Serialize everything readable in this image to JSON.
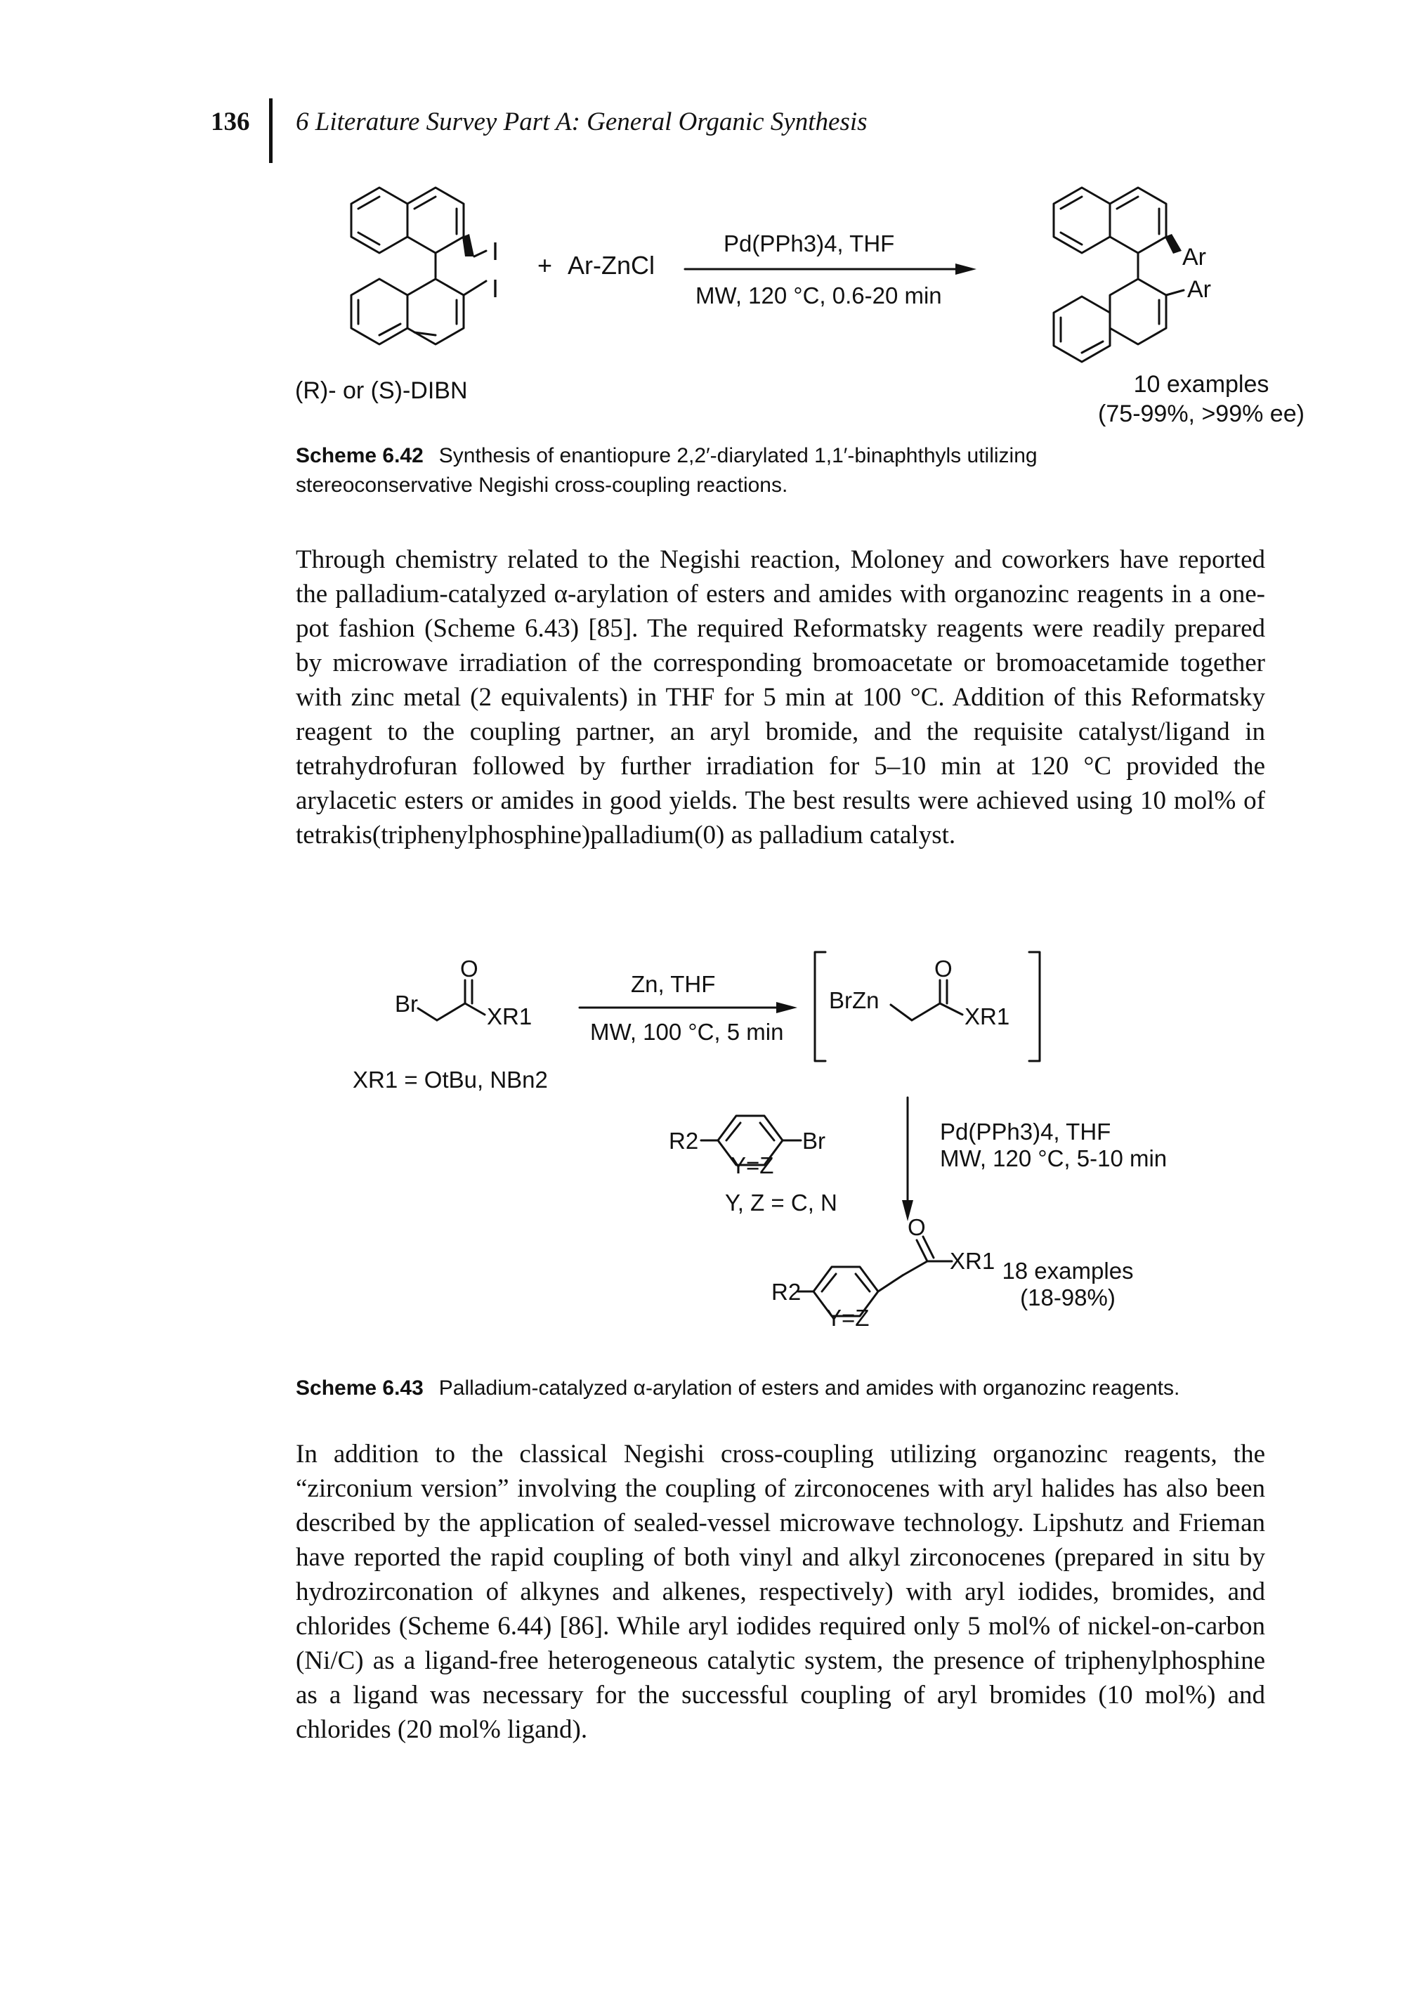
{
  "header": {
    "page_number": "136",
    "running_title": "6 Literature Survey Part A: General Organic Synthesis"
  },
  "scheme_642": {
    "reagent_plus": "+",
    "reagent": "Ar-ZnCl",
    "conditions_above": "Pd(PPh3)4, THF",
    "conditions_below": "MW, 120 °C, 0.6-20 min",
    "sm_label": "(R)- or (S)-DIBN",
    "sm_substituent": "I",
    "product_substituent": "Ar",
    "result_examples": "10 examples",
    "result_yields": "(75-99%, >99% ee)",
    "caption_label": "Scheme 6.42",
    "caption_text": "Synthesis of enantiopure 2,2′-diarylated 1,1′-binaphthyls utilizing stereoconservative Negishi cross-coupling reactions."
  },
  "paragraph_1": "Through chemistry related to the Negishi reaction, Moloney and coworkers have reported the palladium-catalyzed α-arylation of esters and amides with organozinc reagents in a one-pot fashion (Scheme 6.43) [85]. The required Reformatsky reagents were readily prepared by microwave irradiation of the corresponding bromoacetate or bromoacetamide together with zinc metal (2 equivalents) in THF for 5 min at 100 °C. Addition of this Reformatsky reagent to the coupling partner, an aryl bromide, and the requisite catalyst/ligand in tetrahydrofuran followed by further irradiation for 5–10 min at 120 °C provided the arylacetic esters or amides in good yields. The best results were achieved using 10 mol% of tetrakis(triphenylphosphine)palladium(0) as palladium catalyst.",
  "scheme_643": {
    "sm_br": "Br",
    "sm_o": "O",
    "sm_xr": "XR1",
    "xr_definition": "XR1 = OtBu, NBn2",
    "step1_above": "Zn, THF",
    "step1_below": "MW, 100 °C, 5 min",
    "intermediate_brzn": "BrZn",
    "intermediate_o": "O",
    "intermediate_xr": "XR1",
    "aryl_r2": "R2",
    "aryl_br": "Br",
    "aryl_yz": "Y=Z",
    "aryl_definition": "Y, Z = C, N",
    "step2_line1": "Pd(PPh3)4, THF",
    "step2_line2": "MW, 120 °C, 5-10 min",
    "product_r2": "R2",
    "product_o": "O",
    "product_xr": "XR1",
    "product_yz": "Y=Z",
    "result_examples": "18 examples",
    "result_yields": "(18-98%)",
    "caption_label": "Scheme 6.43",
    "caption_text": "Palladium-catalyzed α-arylation of esters and amides with organozinc reagents."
  },
  "paragraph_2": "In addition to the classical Negishi cross-coupling utilizing organozinc reagents, the “zirconium version” involving the coupling of zirconocenes with aryl halides has also been described by the application of sealed-vessel microwave technology. Lipshutz and Frieman have reported the rapid coupling of both vinyl and alkyl zirconocenes (prepared in situ by hydrozirconation of alkynes and alkenes, respectively) with aryl iodides, bromides, and chlorides (Scheme 6.44) [86]. While aryl iodides required only 5 mol% of nickel-on-carbon (Ni/C) as a ligand-free heterogeneous catalytic system, the presence of triphenylphosphine as a ligand was necessary for the successful coupling of aryl bromides (10 mol%) and chlorides (20 mol% ligand)."
}
